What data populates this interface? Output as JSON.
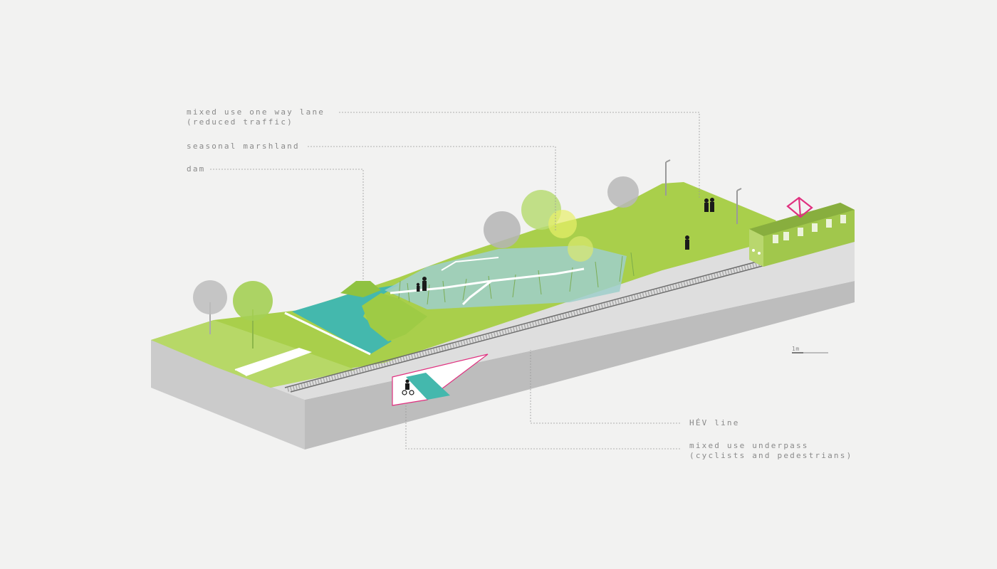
{
  "labels": {
    "one_way_lane": [
      "mixed use one way lane",
      "(reduced traffic)"
    ],
    "marshland": "seasonal marshland",
    "dam": "dam",
    "hev_line": "HÉV line",
    "underpass": [
      "mixed use underpass",
      "(cyclists and pedestrians)"
    ]
  },
  "scale_bar": {
    "label": "1m"
  },
  "colors": {
    "background": "#f2f2f1",
    "grass": "#a7cf49",
    "grass_light": "#c9e184",
    "water": "#3fb7ad",
    "water_marsh": "#8cc9c4",
    "concrete_side": "#c7c7c7",
    "concrete_front": "#b7b7b7",
    "concrete_top": "#e1e1e1",
    "rail": "#6d6d6d",
    "train_body": "#9fc54a",
    "train_roof": "#86ad3c",
    "sign_magenta": "#e0307f",
    "label_text": "#8a8a8a",
    "leader_line": "#9a9a9a"
  }
}
